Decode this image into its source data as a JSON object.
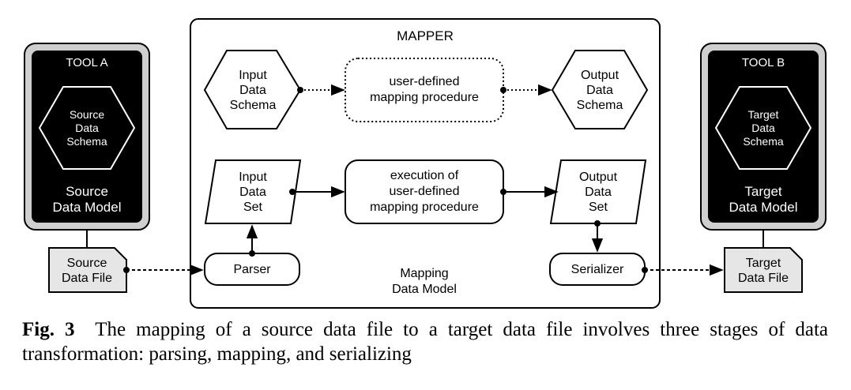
{
  "mapper": {
    "title": "MAPPER",
    "input_schema": [
      "Input",
      "Data",
      "Schema"
    ],
    "user_proc": [
      "user-defined",
      "mapping procedure"
    ],
    "output_schema": [
      "Output",
      "Data",
      "Schema"
    ],
    "input_set": [
      "Input",
      "Data",
      "Set"
    ],
    "exec_proc": [
      "execution of",
      "user-defined",
      "mapping procedure"
    ],
    "output_set": [
      "Output",
      "Data",
      "Set"
    ],
    "parser": "Parser",
    "serializer": "Serializer",
    "model": [
      "Mapping",
      "Data Model"
    ]
  },
  "tool_a": {
    "title": "TOOL A",
    "schema": [
      "Source",
      "Data",
      "Schema"
    ],
    "model": [
      "Source",
      "Data Model"
    ],
    "file": [
      "Source",
      "Data File"
    ]
  },
  "tool_b": {
    "title": "TOOL B",
    "schema": [
      "Target",
      "Data",
      "Schema"
    ],
    "model": [
      "Target",
      "Data Model"
    ],
    "file": [
      "Target",
      "Data File"
    ]
  },
  "caption": {
    "label": "Fig. 3",
    "text": "The mapping of a source data file to a target data file involves three stages of data transformation: parsing, mapping, and serializing"
  }
}
